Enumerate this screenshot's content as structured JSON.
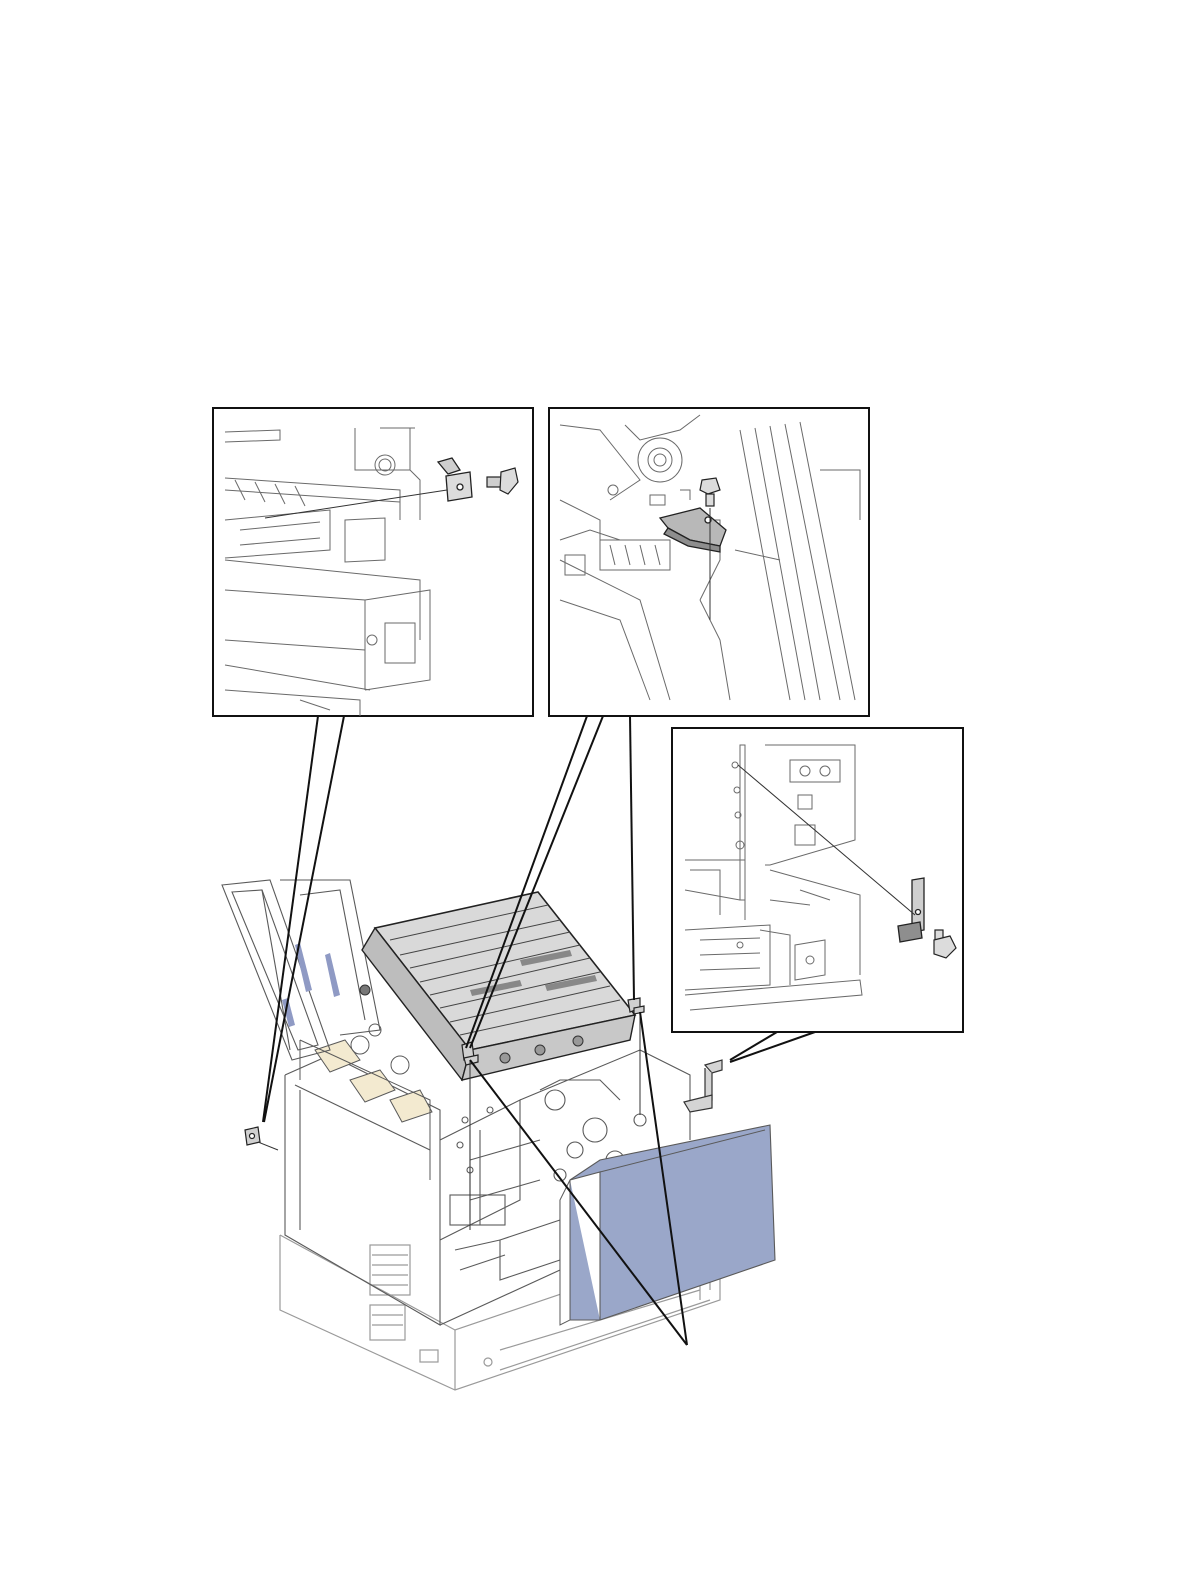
{
  "figure": {
    "type": "service-manual-exploded-view",
    "subject": "printer-frame-with-raised-top-assembly",
    "colors": {
      "line_art": "#4a4a4a",
      "frame_box": "#111111",
      "highlight_fill": "#9aa7c9",
      "part_shade": "#d4d4d4",
      "faint_base": "#9a9a9a"
    },
    "callouts": [
      {
        "id": "inset-left-bracket",
        "icon": "bracket-and-screw"
      },
      {
        "id": "inset-center-bracket",
        "icon": "bracket-and-screw"
      },
      {
        "id": "inset-right-bracket",
        "icon": "bracket-and-screw"
      }
    ]
  }
}
